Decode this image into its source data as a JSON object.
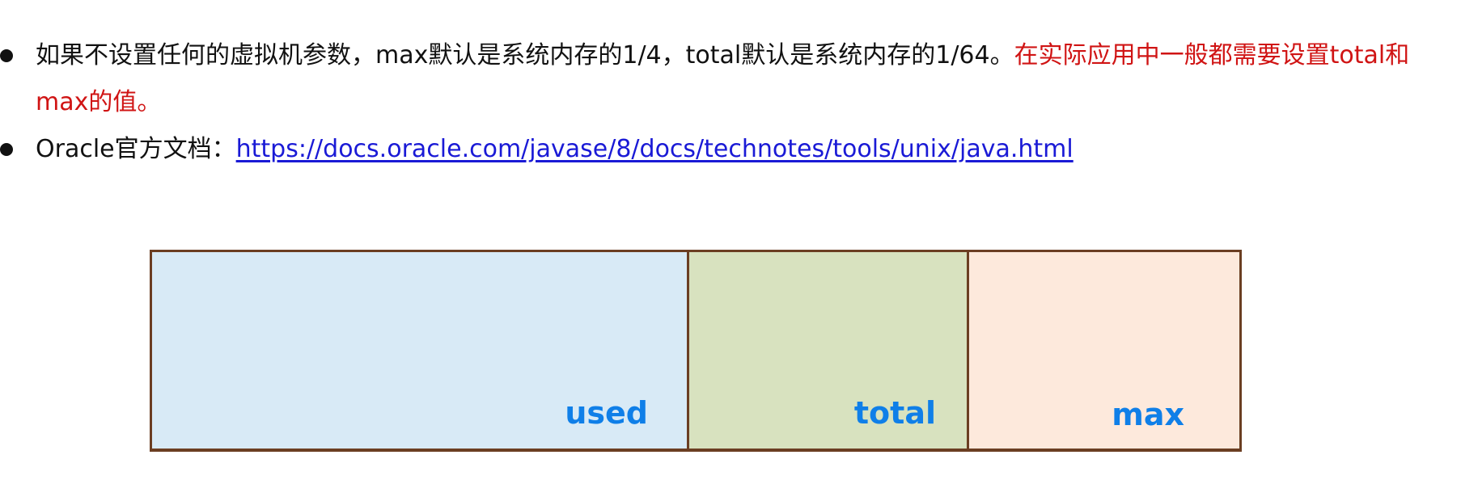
{
  "bullets": [
    {
      "text": "如果不设置任何的虚拟机参数，max默认是系统内存的1/4，total默认是系统内存的1/64。",
      "highlight": "在实际应用中一般都需要设置total和max的值。",
      "highlight_color": "#d01414"
    },
    {
      "text": "Oracle官方文档：",
      "link": "https://docs.oracle.com/javase/8/docs/technotes/tools/unix/java.html"
    }
  ],
  "diagram": {
    "segments": [
      {
        "label": "used",
        "color": "#d8eaf6"
      },
      {
        "label": "total",
        "color": "#d8e2bf"
      },
      {
        "label": "max",
        "color": "#fde9dc"
      }
    ],
    "border_color": "#6b3e22",
    "label_color": "#0f7fe8"
  }
}
